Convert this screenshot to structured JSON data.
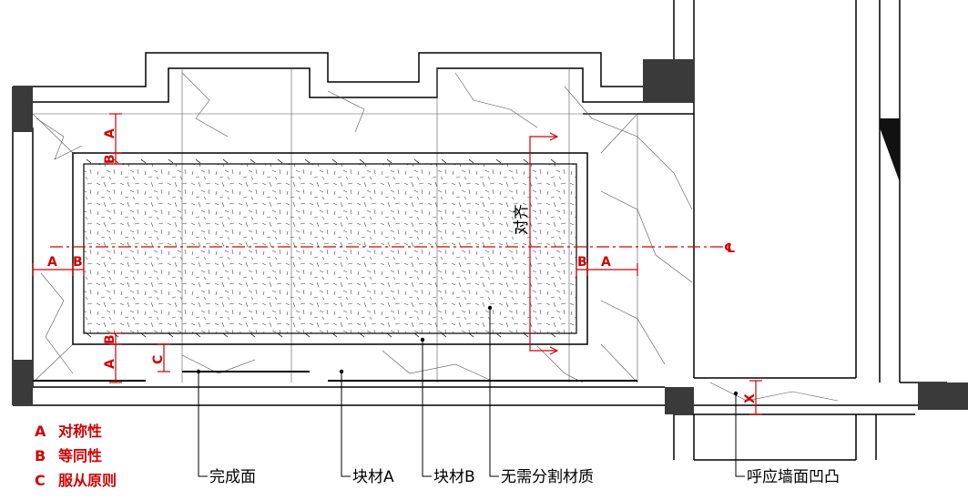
{
  "legend": [
    {
      "letter": "A",
      "text": "对称性"
    },
    {
      "letter": "B",
      "text": "等同性"
    },
    {
      "letter": "C",
      "text": "服从原则"
    }
  ],
  "callouts": {
    "finish_surface": "完成面",
    "block_a": "块材A",
    "block_b": "块材B",
    "no_split": "无需分割材质",
    "echo": "呼应墙面凹凸"
  },
  "annotations": {
    "align": "对齐",
    "centerline": "℄"
  },
  "dim_labels": {
    "a": "A",
    "b": "B",
    "c": "C",
    "x": "X"
  },
  "colors": {
    "annotation_red": "#d40000",
    "wall_dark": "#3a3a3a",
    "line": "#000000"
  }
}
